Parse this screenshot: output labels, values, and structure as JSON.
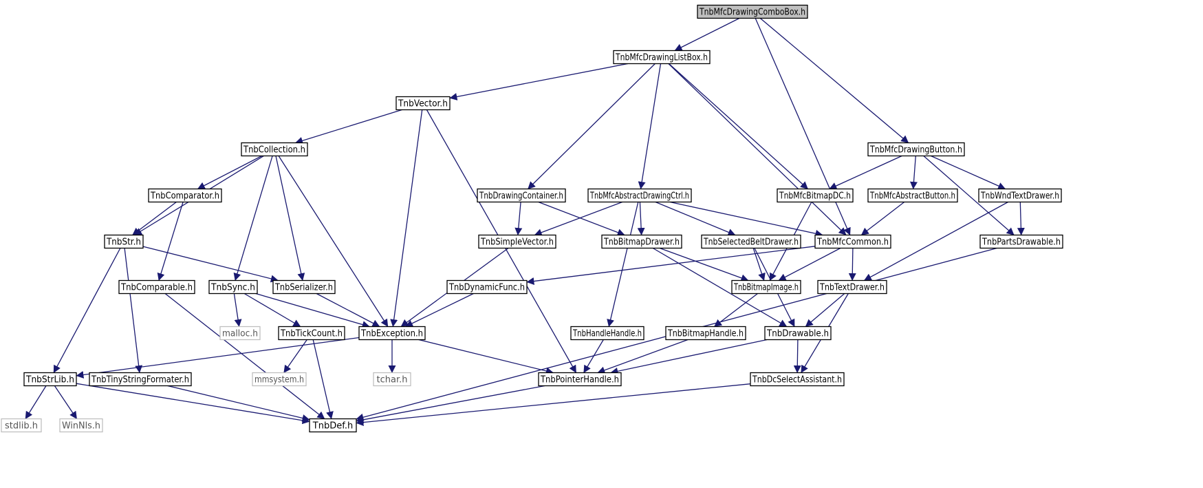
{
  "colors": {
    "edge": "#191970",
    "node_border": "#000000",
    "node_text": "#000000",
    "external_border": "#bfbfbf",
    "external_text": "#555555",
    "root_fill": "#bfbfbf",
    "node_fill": "#ffffff"
  },
  "nodes": [
    {
      "id": "combo",
      "label": "TnbMfcDrawingComboBox.h",
      "kind": "root"
    },
    {
      "id": "listbox",
      "label": "TnbMfcDrawingListBox.h"
    },
    {
      "id": "vector",
      "label": "TnbVector.h"
    },
    {
      "id": "collection",
      "label": "TnbCollection.h"
    },
    {
      "id": "button",
      "label": "TnbMfcDrawingButton.h"
    },
    {
      "id": "comparator",
      "label": "TnbComparator.h"
    },
    {
      "id": "drawcont",
      "label": "TnbDrawingContainer.h"
    },
    {
      "id": "absdrawctrl",
      "label": "TnbMfcAbstractDrawingCtrl.h"
    },
    {
      "id": "bitmapdc",
      "label": "TnbMfcBitmapDC.h"
    },
    {
      "id": "absbutton",
      "label": "TnbMfcAbstractButton.h"
    },
    {
      "id": "wndtext",
      "label": "TnbWndTextDrawer.h"
    },
    {
      "id": "str",
      "label": "TnbStr.h"
    },
    {
      "id": "simplevec",
      "label": "TnbSimpleVector.h"
    },
    {
      "id": "bmpdrawer",
      "label": "TnbBitmapDrawer.h"
    },
    {
      "id": "selbelt",
      "label": "TnbSelectedBeltDrawer.h"
    },
    {
      "id": "mfccommon",
      "label": "TnbMfcCommon.h"
    },
    {
      "id": "parts",
      "label": "TnbPartsDrawable.h"
    },
    {
      "id": "comparable",
      "label": "TnbComparable.h"
    },
    {
      "id": "sync",
      "label": "TnbSync.h"
    },
    {
      "id": "serializer",
      "label": "TnbSerializer.h"
    },
    {
      "id": "dynfunc",
      "label": "TnbDynamicFunc.h"
    },
    {
      "id": "bmpimage",
      "label": "TnbBitmapImage.h"
    },
    {
      "id": "textdrawer",
      "label": "TnbTextDrawer.h"
    },
    {
      "id": "malloc",
      "label": "malloc.h",
      "kind": "external"
    },
    {
      "id": "tickcount",
      "label": "TnbTickCount.h"
    },
    {
      "id": "exception",
      "label": "TnbException.h"
    },
    {
      "id": "handlehandle",
      "label": "TnbHandleHandle.h"
    },
    {
      "id": "bmphandle",
      "label": "TnbBitmapHandle.h"
    },
    {
      "id": "drawable",
      "label": "TnbDrawable.h"
    },
    {
      "id": "strlib",
      "label": "TnbStrLib.h"
    },
    {
      "id": "tinystr",
      "label": "TnbTinyStringFormater.h"
    },
    {
      "id": "mmsystem",
      "label": "mmsystem.h",
      "kind": "external"
    },
    {
      "id": "tchar",
      "label": "tchar.h",
      "kind": "external"
    },
    {
      "id": "ptrhandle",
      "label": "TnbPointerHandle.h"
    },
    {
      "id": "dcselect",
      "label": "TnbDcSelectAssistant.h"
    },
    {
      "id": "stdlib",
      "label": "stdlib.h",
      "kind": "external"
    },
    {
      "id": "winnls",
      "label": "WinNls.h",
      "kind": "external"
    },
    {
      "id": "def",
      "label": "TnbDef.h"
    }
  ],
  "edges": [
    [
      "combo",
      "listbox"
    ],
    [
      "combo",
      "mfccommon"
    ],
    [
      "combo",
      "button"
    ],
    [
      "listbox",
      "vector"
    ],
    [
      "listbox",
      "drawcont"
    ],
    [
      "listbox",
      "absdrawctrl"
    ],
    [
      "listbox",
      "bitmapdc"
    ],
    [
      "listbox",
      "mfccommon"
    ],
    [
      "vector",
      "collection"
    ],
    [
      "vector",
      "exception"
    ],
    [
      "vector",
      "ptrhandle"
    ],
    [
      "collection",
      "str"
    ],
    [
      "collection",
      "comparator"
    ],
    [
      "collection",
      "sync"
    ],
    [
      "collection",
      "serializer"
    ],
    [
      "collection",
      "exception"
    ],
    [
      "button",
      "bitmapdc"
    ],
    [
      "button",
      "absbutton"
    ],
    [
      "button",
      "wndtext"
    ],
    [
      "button",
      "parts"
    ],
    [
      "comparator",
      "str"
    ],
    [
      "comparator",
      "comparable"
    ],
    [
      "drawcont",
      "simplevec"
    ],
    [
      "drawcont",
      "bmpdrawer"
    ],
    [
      "absdrawctrl",
      "simplevec"
    ],
    [
      "absdrawctrl",
      "bmpdrawer"
    ],
    [
      "absdrawctrl",
      "selbelt"
    ],
    [
      "absdrawctrl",
      "mfccommon"
    ],
    [
      "absdrawctrl",
      "handlehandle"
    ],
    [
      "bitmapdc",
      "bmpimage"
    ],
    [
      "absbutton",
      "mfccommon"
    ],
    [
      "wndtext",
      "parts"
    ],
    [
      "wndtext",
      "textdrawer"
    ],
    [
      "str",
      "serializer"
    ],
    [
      "str",
      "strlib"
    ],
    [
      "str",
      "tinystr"
    ],
    [
      "simplevec",
      "exception"
    ],
    [
      "bmpdrawer",
      "bmpimage"
    ],
    [
      "bmpdrawer",
      "drawable"
    ],
    [
      "selbelt",
      "bmpimage"
    ],
    [
      "selbelt",
      "drawable"
    ],
    [
      "mfccommon",
      "dynfunc"
    ],
    [
      "mfccommon",
      "bmpimage"
    ],
    [
      "mfccommon",
      "textdrawer"
    ],
    [
      "parts",
      "def"
    ],
    [
      "comparable",
      "def"
    ],
    [
      "sync",
      "malloc"
    ],
    [
      "sync",
      "tickcount"
    ],
    [
      "sync",
      "exception"
    ],
    [
      "serializer",
      "exception"
    ],
    [
      "dynfunc",
      "exception"
    ],
    [
      "bmpimage",
      "bmphandle"
    ],
    [
      "textdrawer",
      "drawable"
    ],
    [
      "textdrawer",
      "dcselect"
    ],
    [
      "tickcount",
      "mmsystem"
    ],
    [
      "tickcount",
      "def"
    ],
    [
      "exception",
      "strlib"
    ],
    [
      "exception",
      "tchar"
    ],
    [
      "exception",
      "ptrhandle"
    ],
    [
      "handlehandle",
      "ptrhandle"
    ],
    [
      "bmphandle",
      "ptrhandle"
    ],
    [
      "drawable",
      "ptrhandle"
    ],
    [
      "drawable",
      "dcselect"
    ],
    [
      "strlib",
      "stdlib"
    ],
    [
      "strlib",
      "winnls"
    ],
    [
      "strlib",
      "def"
    ],
    [
      "tinystr",
      "def"
    ],
    [
      "ptrhandle",
      "def"
    ],
    [
      "dcselect",
      "def"
    ]
  ]
}
